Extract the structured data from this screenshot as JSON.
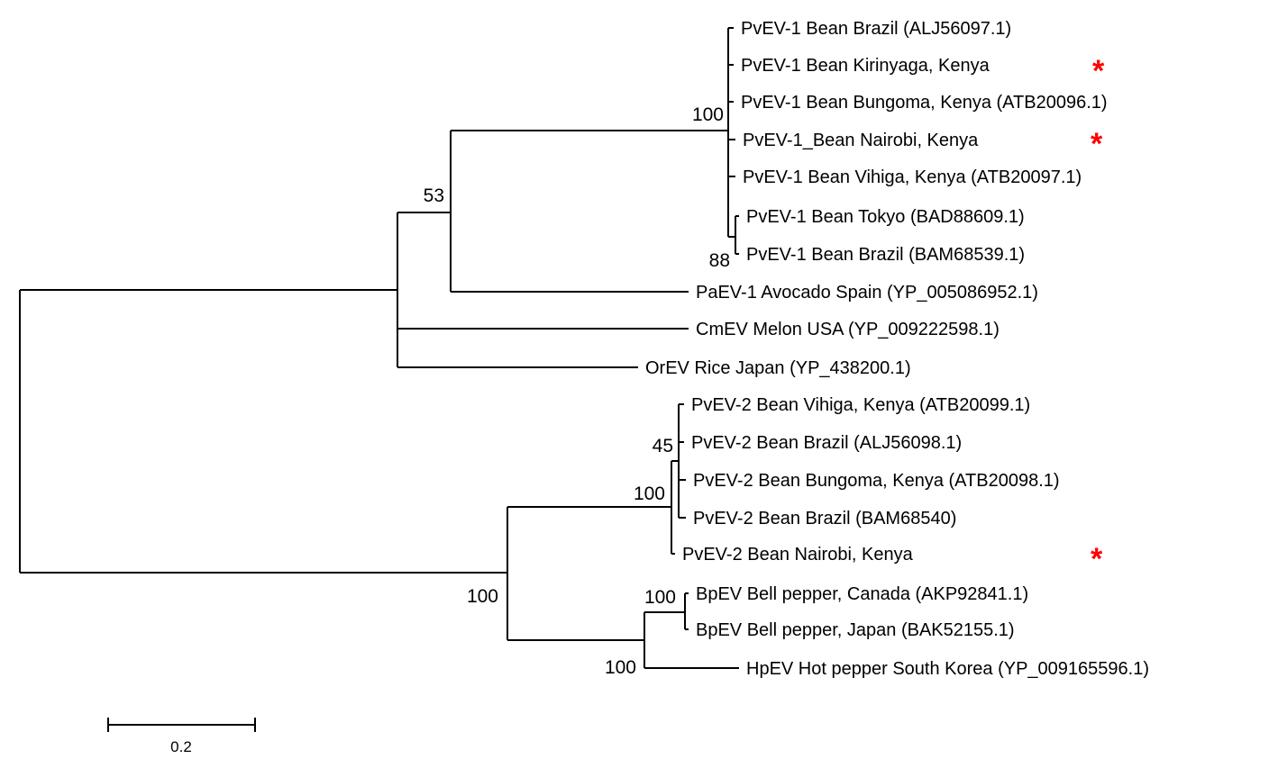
{
  "tree": {
    "taxa": [
      "PvEV-1 Bean Brazil (ALJ56097.1)",
      "PvEV-1 Bean Kirinyaga, Kenya",
      "PvEV-1 Bean Bungoma, Kenya (ATB20096.1)",
      "PvEV-1_Bean Nairobi, Kenya",
      "PvEV-1 Bean Vihiga, Kenya (ATB20097.1)",
      "PvEV-1 Bean Tokyo (BAD88609.1)",
      "PvEV-1 Bean Brazil (BAM68539.1)",
      "PaEV-1 Avocado Spain (YP_005086952.1)",
      "CmEV Melon USA (YP_009222598.1)",
      "OrEV Rice Japan (YP_438200.1)",
      "PvEV-2 Bean Vihiga, Kenya (ATB20099.1)",
      "PvEV-2 Bean Brazil (ALJ56098.1)",
      "PvEV-2 Bean Bungoma, Kenya (ATB20098.1)",
      "PvEV-2 Bean Brazil (BAM68540)",
      "PvEV-2 Bean Nairobi, Kenya",
      "BpEV Bell pepper, Canada (AKP92841.1)",
      "BpEV Bell pepper, Japan (BAK52155.1)",
      "HpEV Hot pepper South Korea (YP_009165596.1)"
    ],
    "starred_taxa": [
      "PvEV-1 Bean Kirinyaga, Kenya",
      "PvEV-1_Bean Nairobi, Kenya",
      "PvEV-2 Bean Nairobi, Kenya"
    ],
    "star_symbol": "*",
    "star_color": "#ff0000",
    "line_color": "#000000",
    "bootstrap_values": {
      "pvev1_clade": "100",
      "pvev1_paev_clade": "53",
      "tokyo_brazil_pair": "88",
      "pvev2_subclade": "45",
      "pvev2_clade": "100",
      "bpev_pair": "100",
      "pepper_clade": "100",
      "bean_pepper_clade": "100"
    },
    "scale_bar": {
      "label": "0.2",
      "length": 0.2
    }
  }
}
